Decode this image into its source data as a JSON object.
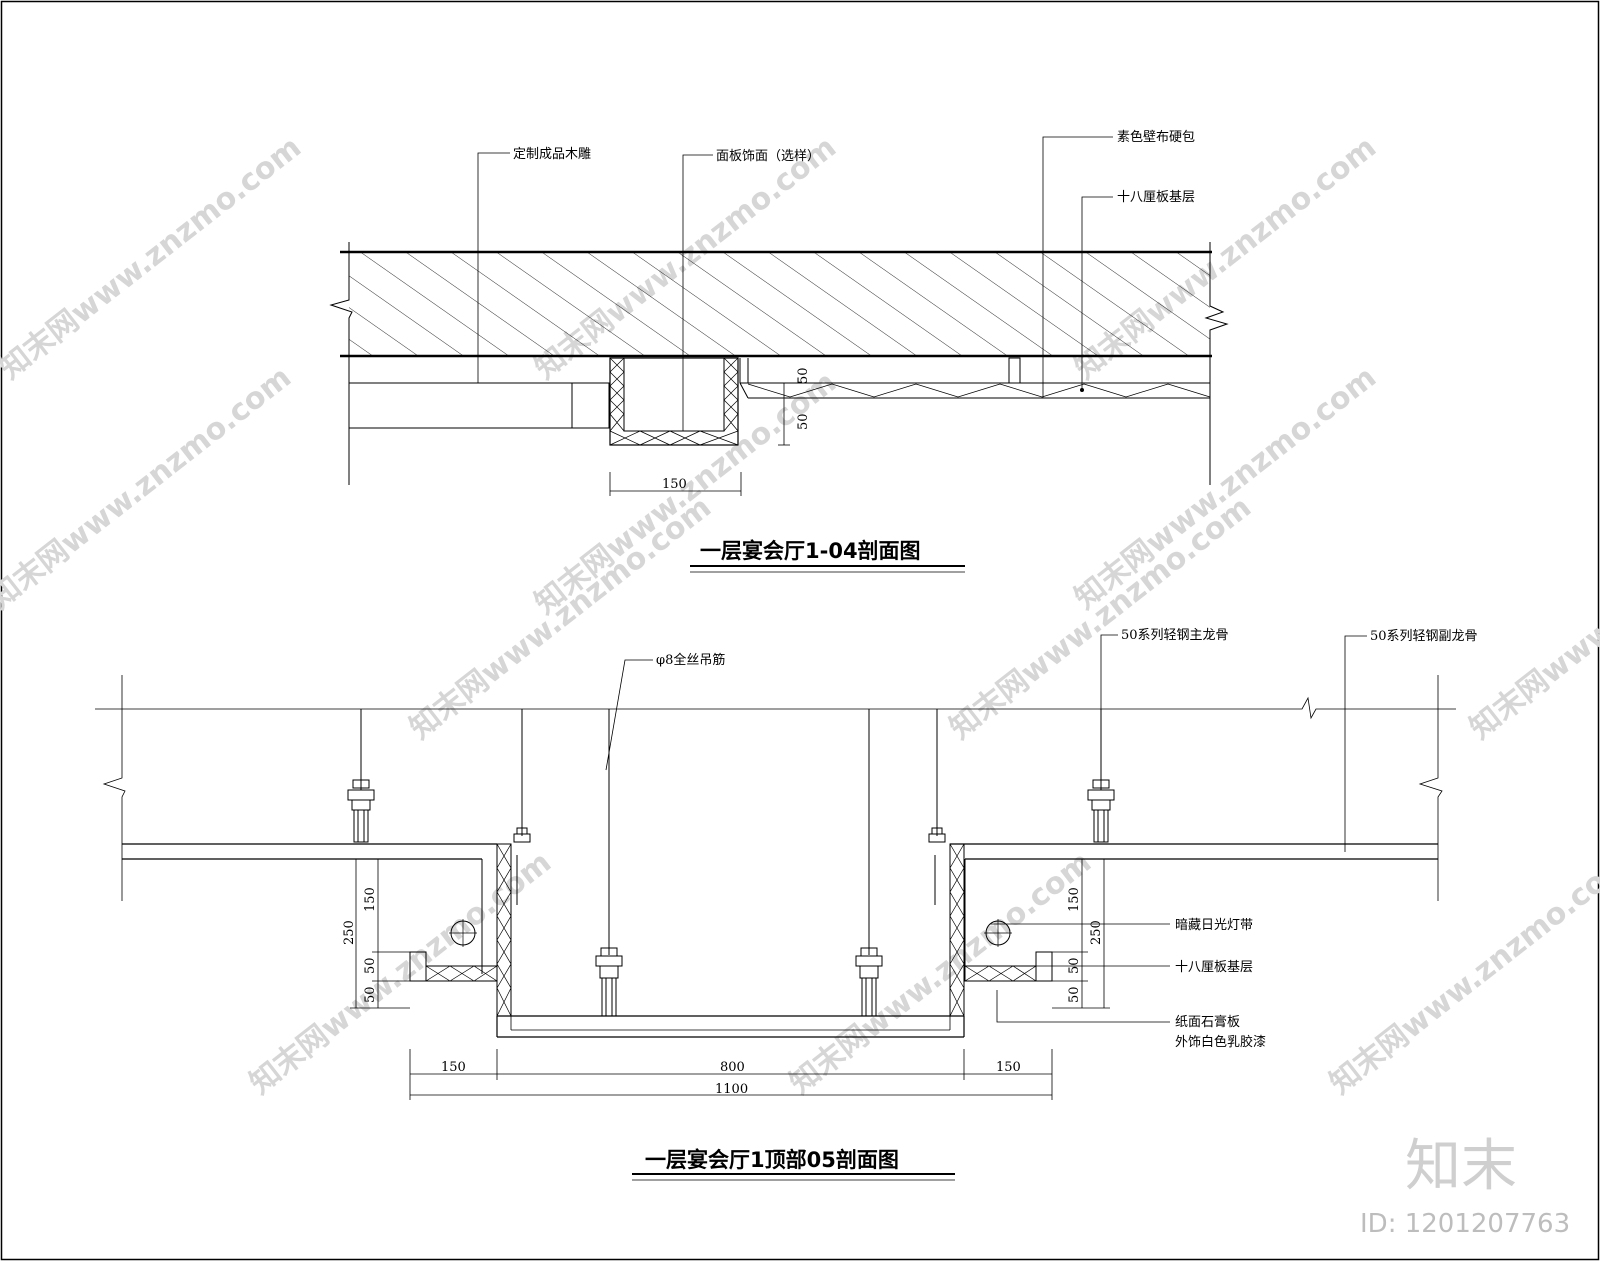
{
  "section_a": {
    "title": "一层宴会厅1-04剖面图",
    "labels": {
      "custom_wood_carving": "定制成品木雕",
      "panel_finish": "面板饰面（选样）",
      "wall_cloth": "素色壁布硬包",
      "board_base": "十八厘板基层"
    },
    "dims": {
      "width_150": "150",
      "d50_a": "50",
      "d50_b": "50"
    }
  },
  "section_b": {
    "title": "一层宴会厅1顶部05剖面图",
    "labels": {
      "rod": "φ8全丝吊筋",
      "main_keel": "50系列轻钢主龙骨",
      "sub_keel": "50系列轻钢副龙骨",
      "led_strip": "暗藏日光灯带",
      "board_base": "十八厘板基层",
      "gypsum": "纸面石膏板",
      "paint": "外饰白色乳胶漆"
    },
    "dims": {
      "l150": "150",
      "l250": "250",
      "l50a": "50",
      "l50b": "50",
      "r150": "150",
      "r250": "250",
      "r50a": "50",
      "r50b": "50",
      "b150a": "150",
      "b800": "800",
      "b150b": "150",
      "b1100": "1100"
    }
  },
  "watermark": {
    "text": "知末网www.znzmo.com",
    "logo": "知末",
    "id": "ID: 1201207763"
  }
}
